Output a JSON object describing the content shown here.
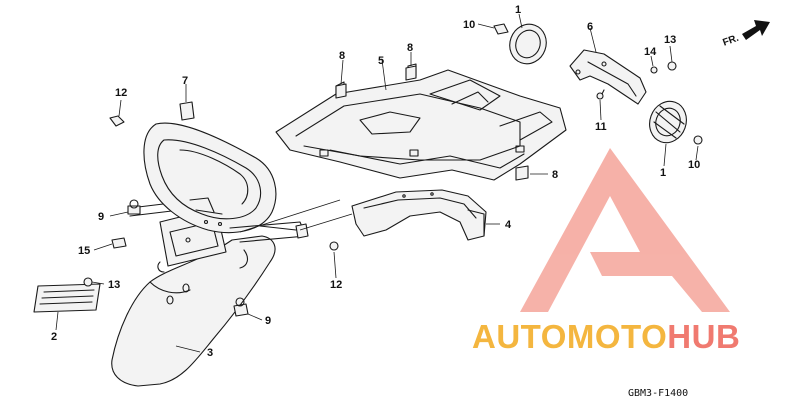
{
  "diagram": {
    "callouts": [
      {
        "label": "1"
      },
      {
        "label": "1"
      },
      {
        "label": "2"
      },
      {
        "label": "3"
      },
      {
        "label": "4"
      },
      {
        "label": "5"
      },
      {
        "label": "6"
      },
      {
        "label": "7"
      },
      {
        "label": "8"
      },
      {
        "label": "8"
      },
      {
        "label": "8"
      },
      {
        "label": "9"
      },
      {
        "label": "9"
      },
      {
        "label": "10"
      },
      {
        "label": "10"
      },
      {
        "label": "11"
      },
      {
        "label": "12"
      },
      {
        "label": "12"
      },
      {
        "label": "13"
      },
      {
        "label": "13"
      },
      {
        "label": "14"
      },
      {
        "label": "15"
      }
    ],
    "direction_label": "FR.",
    "diagram_code": "GBM3-F1400"
  },
  "watermark": {
    "text_part1": "AUTOMOTO",
    "text_part2": "HUB",
    "color_part1": "#f4b63f",
    "color_part2": "#f07a70",
    "logo_color": "#f08a80"
  }
}
